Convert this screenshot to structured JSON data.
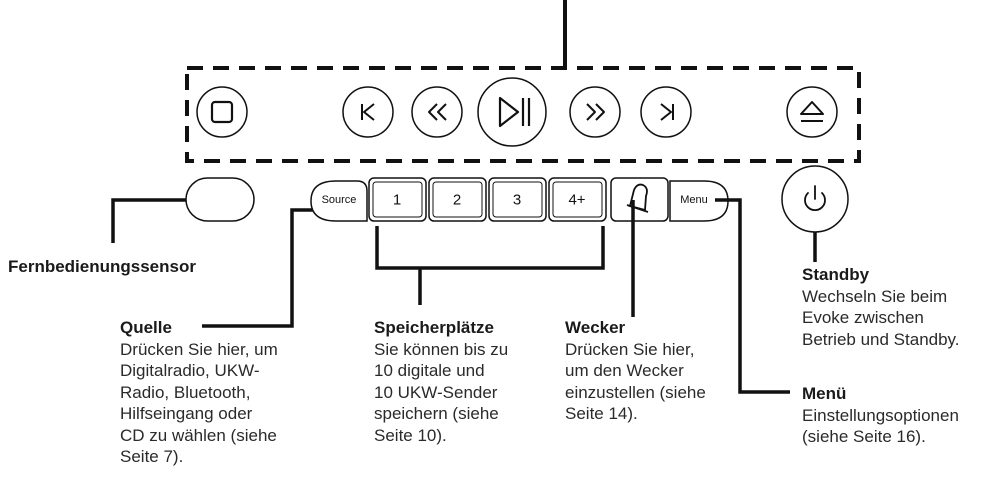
{
  "buttons": {
    "source": "Source",
    "preset_1": "1",
    "preset_2": "2",
    "preset_3": "3",
    "preset_4": "4+",
    "menu": "Menu"
  },
  "labels": {
    "sensor": {
      "title": "Fernbedienungssensor"
    },
    "source": {
      "title": "Quelle",
      "lines": [
        "Drücken Sie hier, um",
        "Digitalradio, UKW-",
        "Radio, Bluetooth,",
        "Hilfseingang oder",
        "CD zu wählen (siehe",
        "Seite 7)."
      ]
    },
    "presets": {
      "title": "Speicherplätze",
      "lines": [
        "Sie können bis zu",
        "10 digitale und",
        "10 UKW-Sender",
        "speichern (siehe",
        "Seite 10)."
      ]
    },
    "alarm": {
      "title": "Wecker",
      "lines": [
        "Drücken Sie hier,",
        "um den Wecker",
        "einzustellen (siehe",
        "Seite 14)."
      ]
    },
    "standby": {
      "title": "Standby",
      "lines": [
        "Wechseln Sie beim",
        "Evoke zwischen",
        "Betrieb und Standby."
      ]
    },
    "menu": {
      "title": "Menü",
      "lines": [
        "Einstellungsoptionen",
        "(siehe Seite 16)."
      ]
    }
  },
  "icons": [
    "stop-icon",
    "previous-track-icon",
    "rewind-icon",
    "play-pause-icon",
    "fast-forward-icon",
    "next-track-icon",
    "eject-icon",
    "power-icon",
    "alarm-bell-icon"
  ],
  "colors": {
    "stroke": "#111111",
    "text": "#1a1a1a"
  }
}
